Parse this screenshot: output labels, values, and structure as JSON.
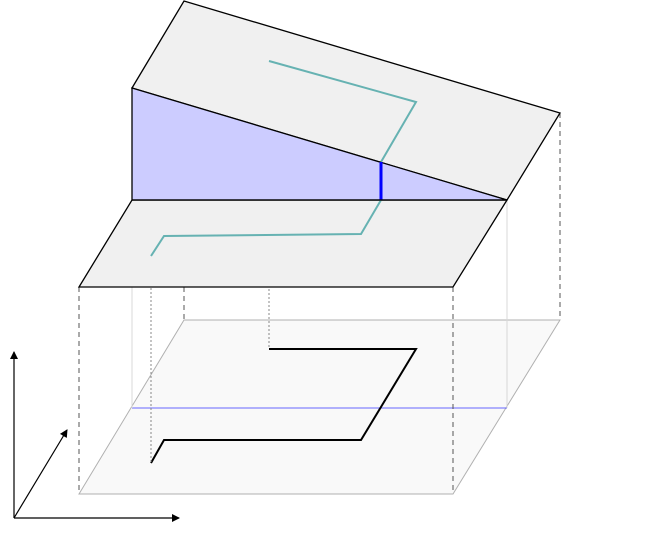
{
  "diagram": {
    "elements": [
      "base-plane",
      "lower-plane",
      "upper-plane",
      "vertical-section",
      "projected-path",
      "surface-path",
      "section-line",
      "axes"
    ],
    "colors": {
      "background": "#ffffff",
      "plane_fill": "#f0f0f0",
      "base_fill": "#f9f9f9",
      "section_fill": "#ccccff",
      "section_line": "#0000ff",
      "section_projection": "#6666ff",
      "surface_path": "#66b2b2",
      "projected_path": "#000000",
      "guide_dashed": "#555555",
      "guide_dotted": "#888888"
    },
    "icons": [
      "arrow-up-icon",
      "arrow-right-icon",
      "arrow-diagonal-icon"
    ]
  }
}
